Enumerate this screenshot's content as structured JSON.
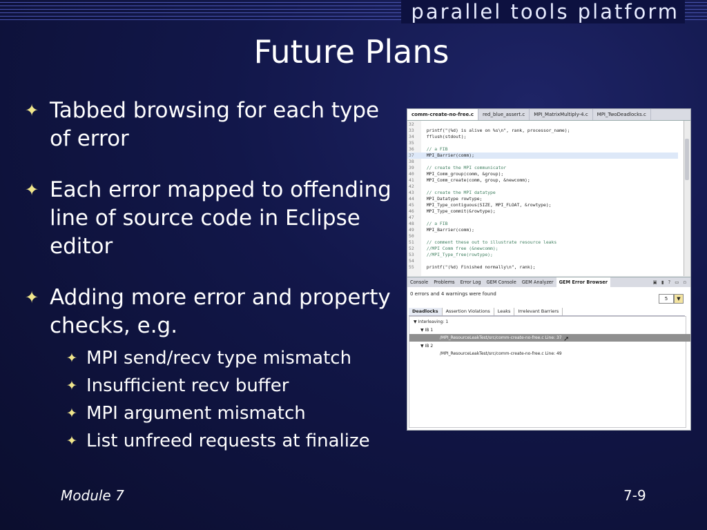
{
  "header": {
    "brand": "parallel tools platform",
    "title": "Future Plans"
  },
  "bullets": [
    {
      "text": "Tabbed browsing for each type of error"
    },
    {
      "text": "Each error mapped to offending line of source code in Eclipse editor"
    },
    {
      "text": "Adding more error and property checks, e.g.",
      "sub": [
        "MPI send/recv type mismatch",
        "Insufficient recv buffer",
        "MPI argument mismatch",
        "List unfreed requests at finalize"
      ]
    }
  ],
  "footer": {
    "module": "Module 7",
    "page": "7-9"
  },
  "screenshot": {
    "editor_tabs": [
      "comm-create-no-free.c",
      "red_blue_assert.c",
      "MPI_MatrixMultiply-4.c",
      "MPI_TwoDeadlocks.c"
    ],
    "code_lines": [
      {
        "n": "32",
        "code": ""
      },
      {
        "n": "33",
        "code": "  printf(\"(%d) is alive on %s\\n\", rank, processor_name);"
      },
      {
        "n": "34",
        "code": "  fflush(stdout);"
      },
      {
        "n": "35",
        "code": ""
      },
      {
        "n": "36",
        "code": "  // a FIB"
      },
      {
        "n": "37",
        "code": "  MPI_Barrier(comm);"
      },
      {
        "n": "38",
        "code": ""
      },
      {
        "n": "39",
        "code": "  // create the MPI communicator"
      },
      {
        "n": "40",
        "code": "  MPI_Comm_group(comm, &group);"
      },
      {
        "n": "41",
        "code": "  MPI_Comm_create(comm, group, &newcomm);"
      },
      {
        "n": "42",
        "code": ""
      },
      {
        "n": "43",
        "code": "  // create the MPI datatype"
      },
      {
        "n": "44",
        "code": "  MPI_Datatype rowtype;"
      },
      {
        "n": "45",
        "code": "  MPI_Type_contiguous(SIZE, MPI_FLOAT, &rowtype);"
      },
      {
        "n": "46",
        "code": "  MPI_Type_commit(&rowtype);"
      },
      {
        "n": "47",
        "code": ""
      },
      {
        "n": "48",
        "code": "  // a FIB"
      },
      {
        "n": "49",
        "code": "  MPI_Barrier(comm);"
      },
      {
        "n": "50",
        "code": ""
      },
      {
        "n": "51",
        "code": "  // comment these out to illustrate resource leaks"
      },
      {
        "n": "52",
        "code": "  //MPI Comm free (&newcomm);"
      },
      {
        "n": "53",
        "code": "  //MPI_Type_free(rowtype);"
      },
      {
        "n": "54",
        "code": ""
      },
      {
        "n": "55",
        "code": "  printf(\"(%d) Finished normally\\n\", rank);"
      }
    ],
    "view_tabs": [
      "Console",
      "Problems",
      "Error Log",
      "GEM Console",
      "GEM Analyzer",
      "GEM Error Browser"
    ],
    "view_tools": "▣ ▮ ? ▭ ▫",
    "status": "0 errors and 4 warnings were found",
    "step_value": "5",
    "step_btn": "▼",
    "sub_tabs": [
      "Deadlocks",
      "Assertion Violations",
      "Leaks",
      "Irrelevant Barriers"
    ],
    "tree": [
      {
        "text": "▼ Interleaving: 1"
      },
      {
        "text": "▼ IB 1"
      },
      {
        "text": "/MPI_ResourceLeakTest/src/comm-create-no-free.c Line: 37"
      },
      {
        "text": "▼ IB 2"
      },
      {
        "text": "/MPI_ResourceLeakTest/src/comm-create-no-free.c Line: 49"
      }
    ]
  }
}
